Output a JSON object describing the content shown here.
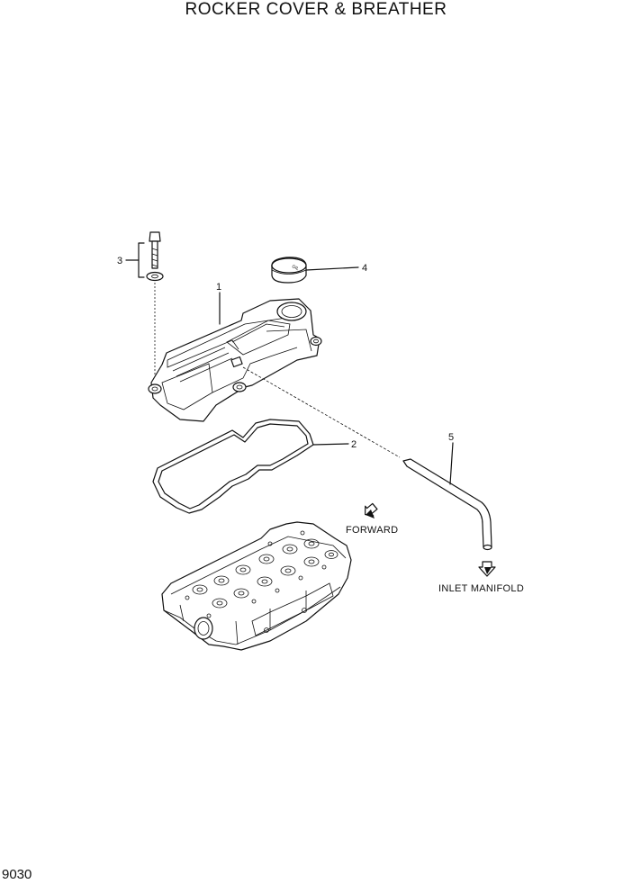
{
  "title": "ROCKER COVER & BREATHER",
  "page_number": "9030",
  "callouts": [
    "1",
    "2",
    "3",
    "4",
    "5"
  ],
  "notes": {
    "forward": "FORWARD",
    "inlet_manifold": "INLET MANIFOLD"
  },
  "oil_cap_text": "OIL"
}
